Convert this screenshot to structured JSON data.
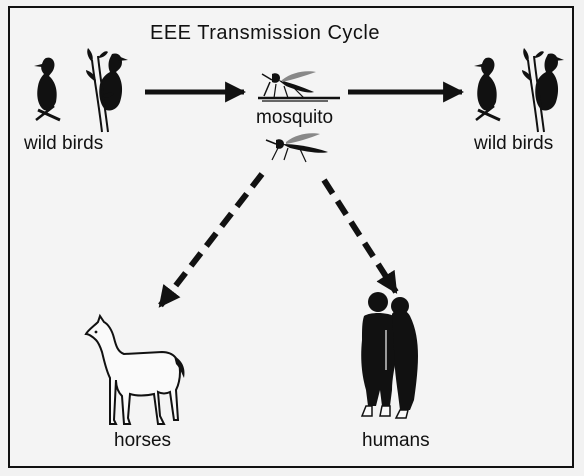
{
  "diagram": {
    "title": "EEE Transmission Cycle",
    "nodes": {
      "wild_birds_left": "wild birds",
      "mosquito": "mosquito",
      "wild_birds_right": "wild birds",
      "horses": "horses",
      "humans": "humans"
    },
    "edges": [
      {
        "from": "wild birds",
        "to": "mosquito",
        "style": "solid"
      },
      {
        "from": "mosquito",
        "to": "wild birds",
        "style": "solid"
      },
      {
        "from": "mosquito",
        "to": "horses",
        "style": "dashed"
      },
      {
        "from": "mosquito",
        "to": "humans",
        "style": "dashed"
      }
    ],
    "icons": [
      "bird-icon",
      "heron-icon",
      "mosquito-icon",
      "horse-icon",
      "humans-icon"
    ]
  }
}
